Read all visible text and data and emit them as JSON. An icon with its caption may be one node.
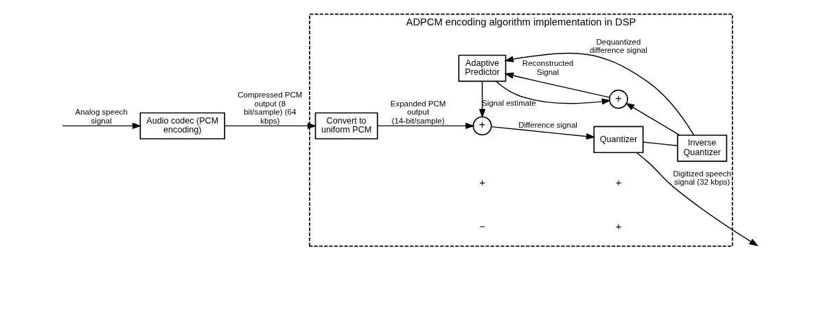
{
  "diagram": {
    "nodes": [
      {
        "text": [
          "ADPCM encoding algorithm implementation in DSP"
        ]
      },
      {
        "text": [
          "Audio codec (PCM encoding)"
        ]
      },
      {
        "text": [
          "Convert to uniform PCM"
        ],
        "in": 0
      },
      {
        "text": [
          "+"
        ],
        "in": 0
      },
      {
        "text": [
          "Quantizer"
        ],
        "in": 0
      },
      {
        "text": [
          "Adaptive Predictor"
        ],
        "in": 0
      },
      {
        "text": [
          "+"
        ],
        "in": 0
      },
      {
        "text": [
          "Inverse Quantizer"
        ],
        "in": 0
      }
    ],
    "edges": [
      {
        "from": null,
        "to": 1,
        "arrow": "to",
        "label": "Analog speech signal"
      },
      {
        "from": 1,
        "to": 2,
        "arrow": "to",
        "label": "Compressed PCM output (8 bit/sample) (64 kbps)"
      },
      {
        "from": 2,
        "to": 3,
        "arrow": "to",
        "label": "Expanded PCM output (14-bit/sample)"
      },
      {
        "from": 3,
        "to": 4,
        "arrow": "to",
        "label": "Difference signal"
      },
      {
        "from": 4,
        "to": null,
        "arrow": "to",
        "label": "Digitized speech signal (32 kbps)"
      },
      {
        "from": 4,
        "to": 7,
        "arrow": "none"
      },
      {
        "from": 5,
        "to": 3,
        "arrow": "to",
        "label": "Signal estimate"
      },
      {
        "from": 5,
        "to": 6,
        "arrow": "to"
      },
      {
        "from": 7,
        "to": 5,
        "arrow": "to",
        "label": "Dequantized difference signal"
      },
      {
        "from": 7,
        "to": 6,
        "arrow": "to"
      },
      {
        "from": 6,
        "to": 5,
        "arrow": "to",
        "label": "Reconstructed Signal"
      }
    ],
    "labels": [
      "+",
      "−",
      "+",
      "+"
    ]
  }
}
